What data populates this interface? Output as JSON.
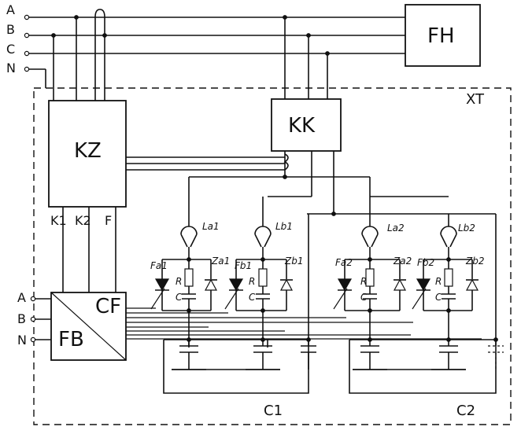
{
  "inputs_main": [
    "A",
    "B",
    "C",
    "N"
  ],
  "inputs_fb": [
    "A",
    "B",
    "N"
  ],
  "blocks": {
    "fh": "FH",
    "kk": "KK",
    "kz": "KZ",
    "fb": "FB",
    "cf": "CF",
    "xt": "XT"
  },
  "kz_outputs": [
    "K1",
    "K2",
    "F"
  ],
  "branches": [
    {
      "L": "La1",
      "F": "Fa1",
      "Z": "Za1"
    },
    {
      "L": "Lb1",
      "F": "Fb1",
      "Z": "Zb1"
    },
    {
      "L": "La2",
      "F": "Fa2",
      "Z": "Za2"
    },
    {
      "L": "Lb2",
      "F": "Fb2",
      "Z": "Zb2"
    }
  ],
  "component_letters": {
    "R": "R",
    "C": "C"
  },
  "capacitor_banks": [
    "C1",
    "C2"
  ]
}
